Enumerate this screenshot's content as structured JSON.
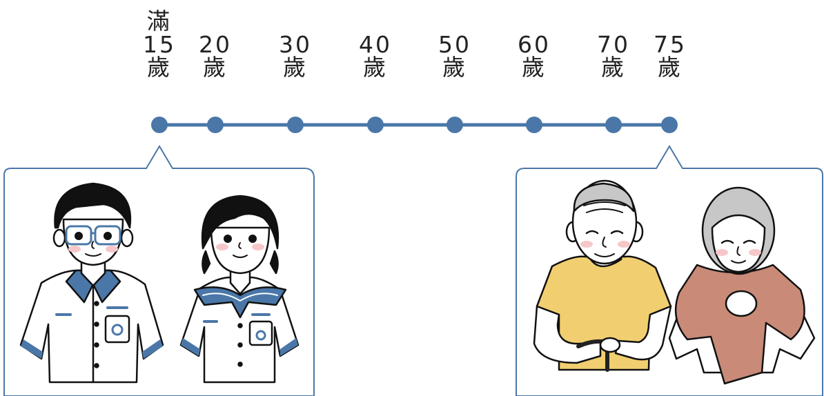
{
  "timeline": {
    "line_color": "#4a77a8",
    "ages": [
      {
        "prefix": "滿",
        "number": "15",
        "unit": "歲"
      },
      {
        "number": "20",
        "unit": "歲"
      },
      {
        "number": "30",
        "unit": "歲"
      },
      {
        "number": "40",
        "unit": "歲"
      },
      {
        "number": "50",
        "unit": "歲"
      },
      {
        "number": "60",
        "unit": "歲"
      },
      {
        "number": "70",
        "unit": "歲"
      },
      {
        "number": "75",
        "unit": "歲"
      }
    ]
  },
  "callouts": {
    "left": {
      "illustration": "students-in-school-uniform"
    },
    "right": {
      "illustration": "elderly-couple"
    }
  },
  "colors": {
    "uniform_blue": "#4a77a8",
    "yellow_shirt": "#f1cf70",
    "shawl": "#c98a78",
    "gray_hair": "#c7c7c7",
    "blush": "#f6c7c9"
  }
}
